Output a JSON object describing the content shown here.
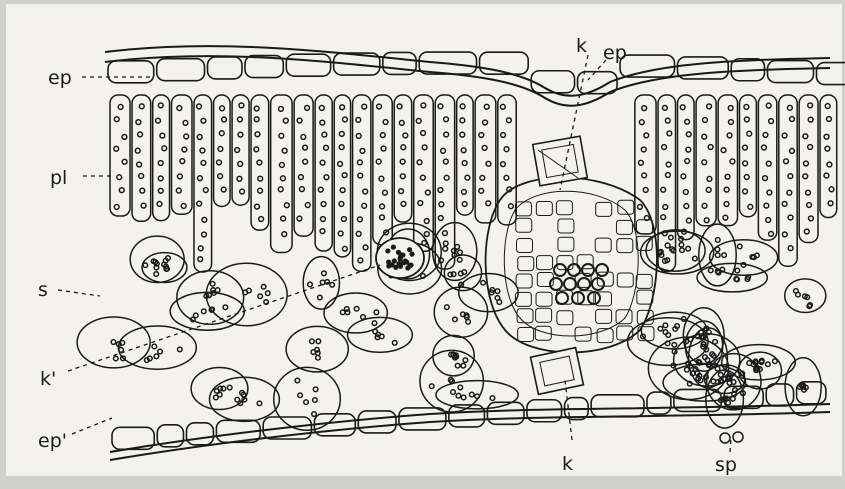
{
  "figure": {
    "description_colors": {
      "paper": "#f3f2ee",
      "ink": "#1a1a1a",
      "margin_shadow": "#cfcfcd"
    },
    "labels": {
      "ep_top": "ep",
      "pl": "pl",
      "s": "s",
      "k_prime": "k'",
      "ep_bottom": "ep'",
      "k_top": "k",
      "ep_right": "ep",
      "k_bottom": "k",
      "sp": "sp"
    }
  }
}
